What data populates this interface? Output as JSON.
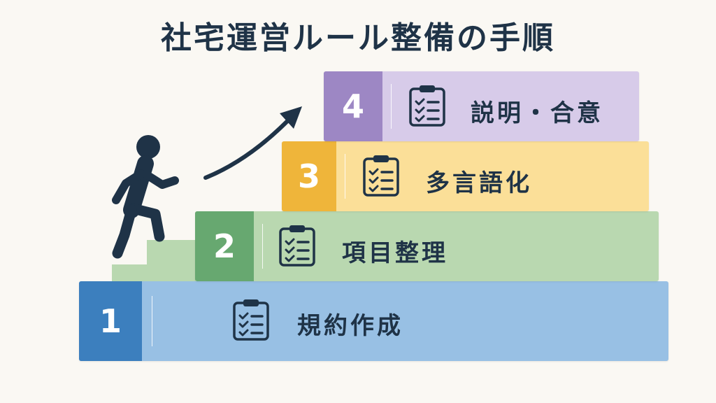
{
  "title": "社宅運営ルール整備の手順",
  "steps": [
    {
      "number": "1",
      "label": "規約作成",
      "icon": "clipboard-checklist-icon"
    },
    {
      "number": "2",
      "label": "項目整理",
      "icon": "clipboard-checklist-icon"
    },
    {
      "number": "3",
      "label": "多言語化",
      "icon": "clipboard-checklist-icon"
    },
    {
      "number": "4",
      "label": "説明・合意",
      "icon": "clipboard-checklist-icon"
    }
  ],
  "decorations": {
    "figure_icon": "climbing-person-icon",
    "arrow_icon": "upward-arrow-icon"
  },
  "colors": {
    "title": "#1f3347",
    "step1_number": "#3c7fbe",
    "step1_body": "#98c0e4",
    "step2_number": "#67a870",
    "step2_body": "#b9d8b0",
    "step3_number": "#efb53a",
    "step3_body": "#fbdf98",
    "step4_number": "#9d87c4",
    "step4_body": "#d7cbe9"
  }
}
